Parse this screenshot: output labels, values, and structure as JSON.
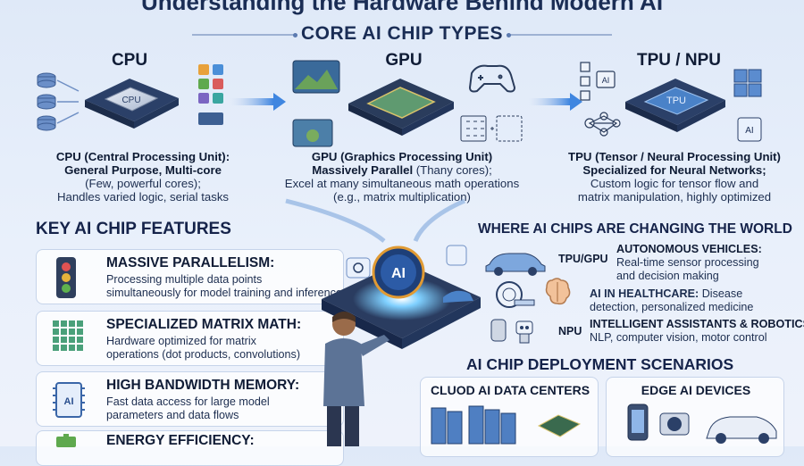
{
  "header": {
    "title": "Understanding the Hardware Behind Modern AI",
    "subtitle": "CORE AI CHIP TYPES"
  },
  "chips": [
    {
      "name": "CPU",
      "chip_label": "CPU",
      "full_name": "CPU (Central Processing Unit):",
      "tagline": "General Purpose, Multi-core",
      "line1": "(Few, powerful cores);",
      "line2": "Handles varied logic, serial tasks"
    },
    {
      "name": "GPU",
      "full_name": "GPU (Graphics Processing Unit)",
      "tagline": "Massively Parallel",
      "tagline_suffix": " (Thany cores);",
      "line1": "Excel at many simultaneous math operations",
      "line2": "(e.g., matrix multiplication)"
    },
    {
      "name": "TPU / NPU",
      "chip_label": "TPU",
      "full_name": "TPU (Tensor / Neural Processing Unit)",
      "tagline": "Specialized for Neural Networks;",
      "line1": "Custom logic for tensor flow and",
      "line2": "matrix manipulation, highly optimized"
    }
  ],
  "features": {
    "heading": "KEY AI CHIP FEATURES",
    "items": [
      {
        "title": "MASSIVE PARALLELISM:",
        "line1": "Processing multiple data points",
        "line2": "simultaneously for model training and inference"
      },
      {
        "title": "SPECIALIZED MATRIX MATH:",
        "line1": "Hardware optimized for matrix",
        "line2": "operations (dot products, convolutions)"
      },
      {
        "title": "HIGH BANDWIDTH MEMORY:",
        "line1": "Fast data access for large model",
        "line2": "parameters and data flows",
        "icon_label": "AI"
      },
      {
        "title": "ENERGY EFFICIENCY:"
      }
    ]
  },
  "center_chip_label": "AI",
  "world": {
    "heading": "WHERE AI CHIPS ARE CHANGING THE WORLD",
    "items": [
      {
        "chip": "TPU/GPU",
        "title": "AUTONOMOUS VEHICLES:",
        "line1": "Real-time sensor processing",
        "line2": "and decision making"
      },
      {
        "chip": "",
        "title": "AI IN HEALTHCARE:",
        "title_suffix": " Disease",
        "line1": "detection, personalized medicine"
      },
      {
        "chip": "NPU",
        "title": "INTELLIGENT ASSISTANTS & ROBOTICS:",
        "line1": "NLP, computer vision, motor control"
      }
    ]
  },
  "deployment": {
    "heading": "AI CHIP DEPLOYMENT SCENARIOS",
    "cards": [
      {
        "title": "CLUOD AI DATA CENTERS"
      },
      {
        "title": "EDGE AI DEVICES"
      }
    ]
  },
  "colors": {
    "accent": "#3f86e0",
    "navy": "#1a2d55",
    "chip_blue": "#4a82c8",
    "green": "#5fa94e"
  }
}
